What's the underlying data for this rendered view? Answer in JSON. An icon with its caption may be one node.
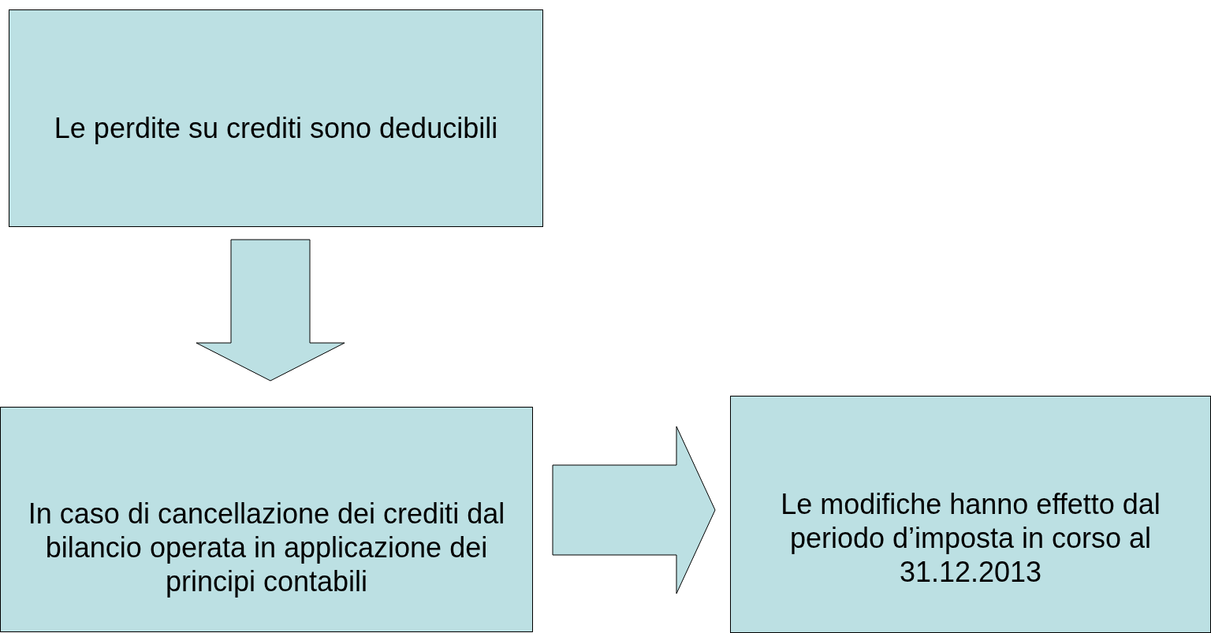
{
  "diagram": {
    "nodes": [
      {
        "text": [
          "Le perdite su crediti sono deducibili"
        ]
      },
      {
        "text": [
          "In caso di cancellazione dei crediti dal bilancio operata in applicazione dei principi contabili"
        ]
      },
      {
        "text": [
          "Le modifiche hanno effetto dal periodo d’imposta in corso al 31.12.2013"
        ]
      }
    ],
    "edges": [
      {
        "from": 0,
        "to": 1,
        "arrow": "to",
        "style": "thick"
      },
      {
        "from": 1,
        "to": 2,
        "arrow": "to",
        "style": "thick"
      }
    ]
  }
}
